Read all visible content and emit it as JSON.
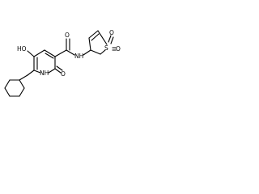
{
  "molecule": {
    "atoms": {
      "hydroxyl": "HO",
      "ring_nh": "NH",
      "keto_oxygen": "O",
      "amide_oxygen": "O",
      "amide_nh": "NH",
      "sulfur": "S",
      "sulfone_oxygen_top": "O",
      "sulfone_oxygen_right": "O"
    }
  }
}
